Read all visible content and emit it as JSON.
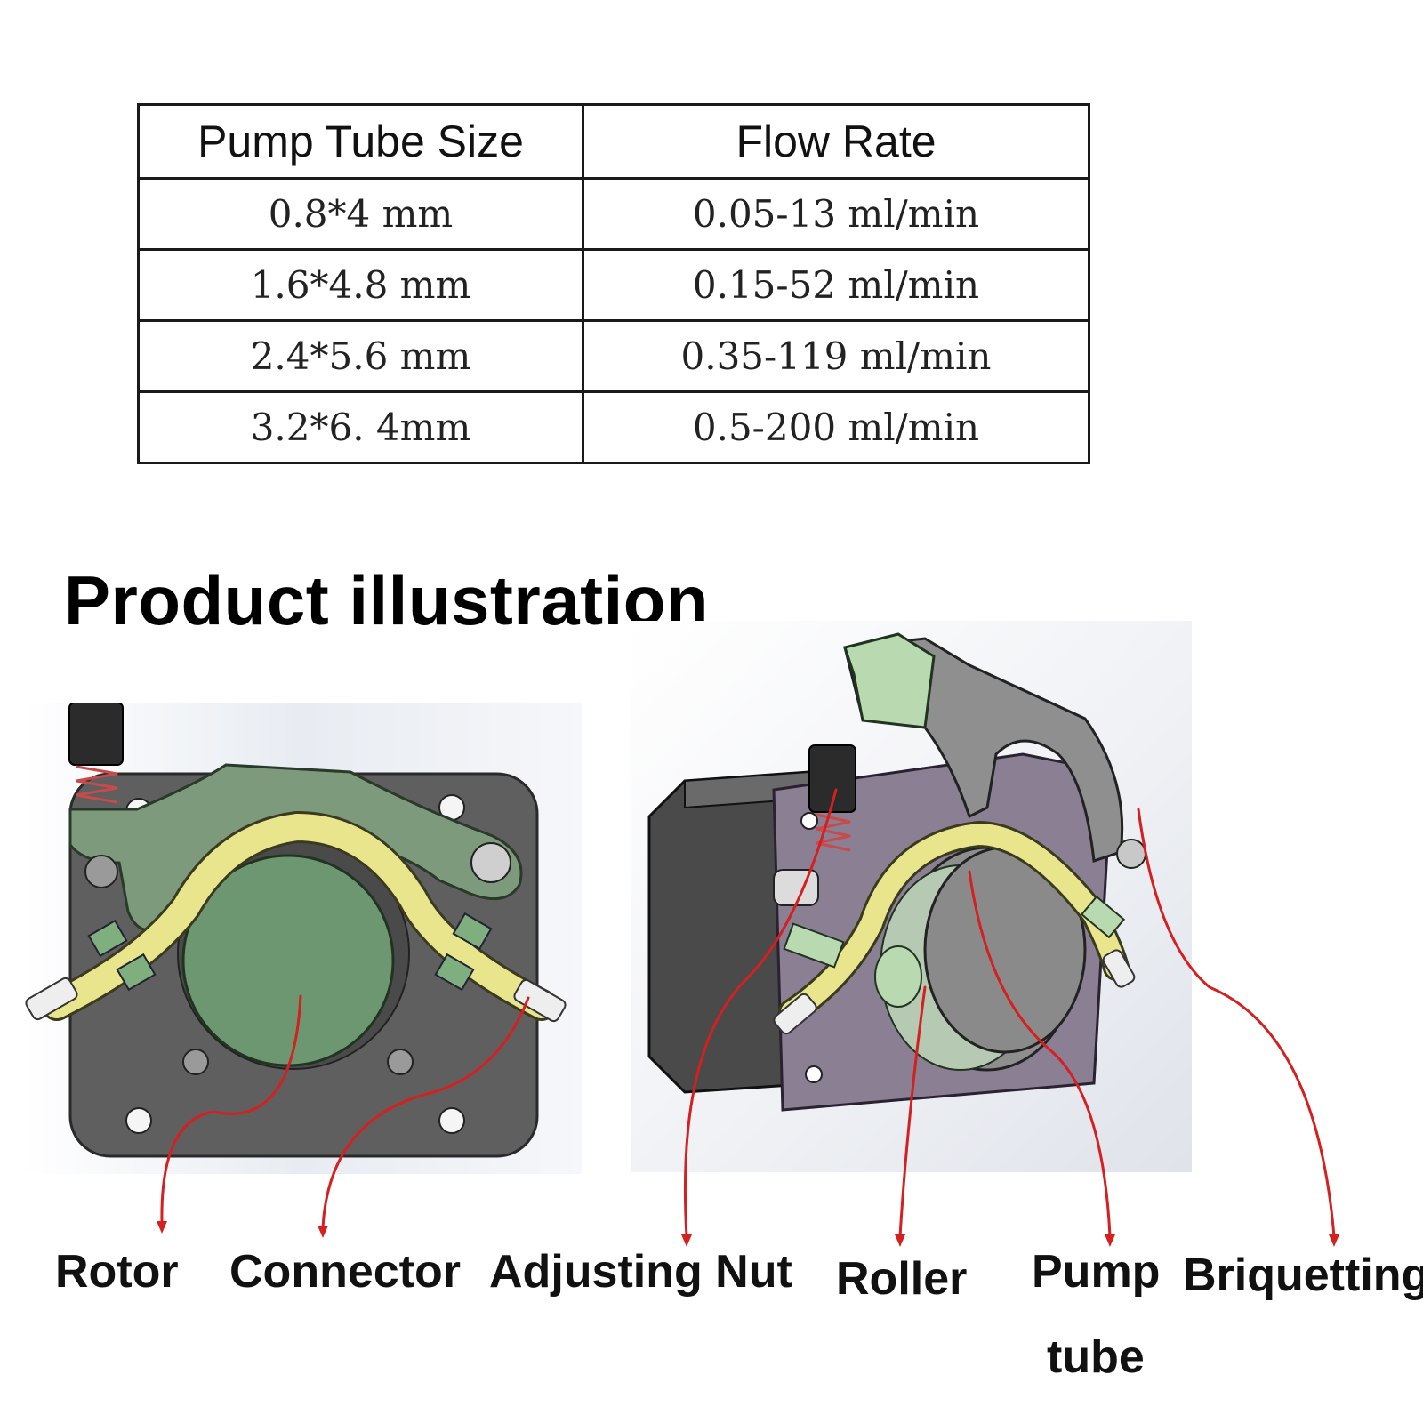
{
  "table": {
    "headers": [
      "Pump Tube Size",
      "Flow Rate"
    ],
    "rows": [
      [
        "0.8*4 mm",
        "0.05-13 ml/min"
      ],
      [
        "1.6*4.8 mm",
        "0.15-52 ml/min"
      ],
      [
        "2.4*5.6 mm",
        "0.35-119 ml/min"
      ],
      [
        "3.2*6. 4mm",
        "0.5-200 ml/min"
      ]
    ]
  },
  "section_title": "Product illustration",
  "callouts": {
    "rotor": "Rotor",
    "connector": "Connector",
    "adjusting_nut": "Adjusting Nut",
    "roller": "Roller",
    "pump_tube_line1": "Pump",
    "pump_tube_line2": "tube",
    "briquetting": "Briquetting"
  },
  "colors": {
    "arrow": "#d42020",
    "rotor_green": "#6d9770",
    "tube_yellow": "#e9e58c",
    "plate_dark": "#5f5f5f",
    "plate_purple": "#8a7f93",
    "clamp_green": "#b9d9b0"
  }
}
